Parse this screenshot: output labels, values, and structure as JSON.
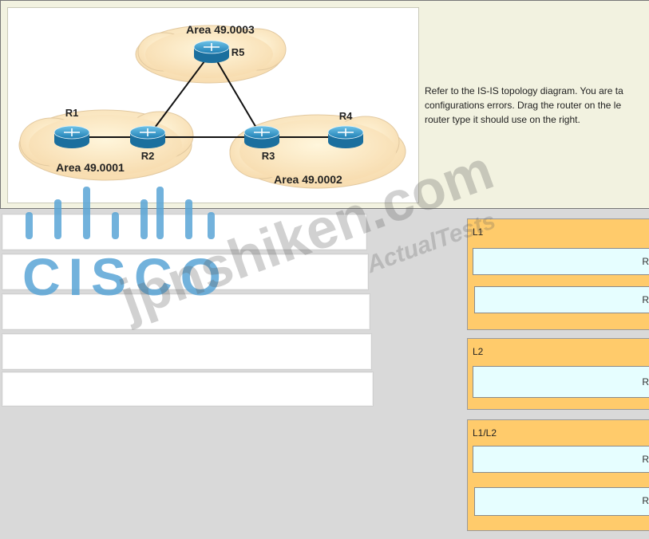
{
  "exhibit": {
    "diagram": {
      "areas": [
        {
          "id": "area-49-0003",
          "label": "Area 49.0003"
        },
        {
          "id": "area-49-0001",
          "label": "Area 49.0001"
        },
        {
          "id": "area-49-0002",
          "label": "Area 49.0002"
        }
      ],
      "routers": [
        {
          "id": "r1",
          "label": "R1"
        },
        {
          "id": "r2",
          "label": "R2"
        },
        {
          "id": "r3",
          "label": "R3"
        },
        {
          "id": "r4",
          "label": "R4"
        },
        {
          "id": "r5",
          "label": "R5"
        }
      ],
      "links": [
        [
          "r1",
          "r2"
        ],
        [
          "r2",
          "r3"
        ],
        [
          "r3",
          "r4"
        ],
        [
          "r2",
          "r5"
        ],
        [
          "r5",
          "r3"
        ]
      ]
    },
    "instructions": {
      "line1": "Refer to the IS-IS topology diagram. You are ta",
      "line2": "configurations errors. Drag the router on the le",
      "line3": "router type it should use on the right."
    }
  },
  "targets": [
    {
      "title": "L1",
      "drops": [
        "R",
        "R"
      ]
    },
    {
      "title": "L2",
      "drops": [
        "R"
      ]
    },
    {
      "title": "L1/L2",
      "drops": [
        "R",
        "R"
      ]
    }
  ],
  "watermarks": {
    "brand": "CISCO",
    "main": "jpnshiken.com",
    "sub": "ActualTests"
  }
}
